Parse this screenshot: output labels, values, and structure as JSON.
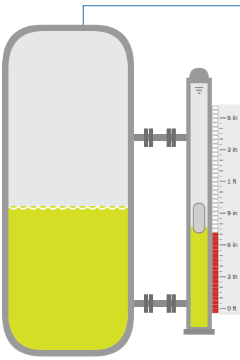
{
  "diagram": {
    "labels": [
      "6 in",
      "3 in",
      "1 ft",
      "9 in",
      "6 in",
      "3 in",
      "0 ft"
    ]
  }
}
